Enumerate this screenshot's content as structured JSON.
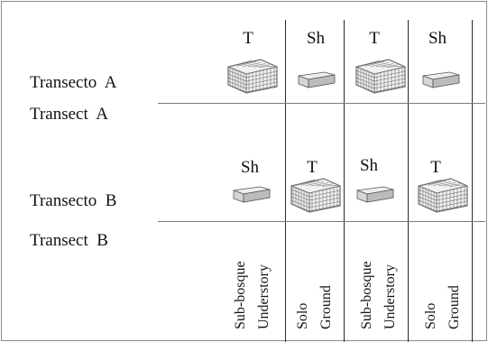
{
  "rows": [
    {
      "name_pt": "Transecto  A",
      "name_en": "Transect  A",
      "cells": [
        {
          "label": "T",
          "icon": "trap-cage-icon"
        },
        {
          "label": "Sh",
          "icon": "sherman-box-icon"
        },
        {
          "label": "T",
          "icon": "trap-cage-icon"
        },
        {
          "label": "Sh",
          "icon": "sherman-box-icon"
        }
      ]
    },
    {
      "name_pt": "Transecto  B",
      "name_en": "Transect  B",
      "cells": [
        {
          "label": "Sh",
          "icon": "sherman-box-icon"
        },
        {
          "label": "T",
          "icon": "trap-cage-icon"
        },
        {
          "label": "Sh",
          "icon": "sherman-box-icon"
        },
        {
          "label": "T",
          "icon": "trap-cage-icon"
        }
      ]
    }
  ],
  "columns": [
    {
      "pt": "Sub-bosque",
      "en": "Understory"
    },
    {
      "pt": "Solo",
      "en": "Ground"
    },
    {
      "pt": "Sub-bosque",
      "en": "Understory"
    },
    {
      "pt": "Solo",
      "en": "Ground"
    }
  ],
  "colors": {
    "line": "#2a2a2a",
    "trap_mesh": "#6e6e6e",
    "box_fill": "#d6d6d6"
  }
}
